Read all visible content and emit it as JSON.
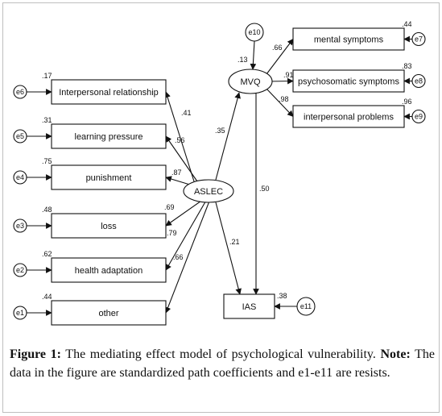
{
  "diagram": {
    "center": {
      "label": "ASLEC"
    },
    "mediator": {
      "label": "MVQ",
      "error": "e10",
      "r2": ".13",
      "path_from_center": ".35"
    },
    "outcome": {
      "label": "IAS",
      "error": "e11",
      "r2": ".38",
      "path_from_center": ".21",
      "path_from_mediator": ".50"
    },
    "left_indicators": [
      {
        "label": "Interpersonal relationship",
        "error": "e6",
        "r2": ".17",
        "loading": ".41"
      },
      {
        "label": "learning pressure",
        "error": "e5",
        "r2": ".31",
        "loading": ".56"
      },
      {
        "label": "punishment",
        "error": "e4",
        "r2": ".75",
        "loading": ".87"
      },
      {
        "label": "loss",
        "error": "e3",
        "r2": ".48",
        "loading": ".69"
      },
      {
        "label": "health adaptation",
        "error": "e2",
        "r2": ".62",
        "loading": ".79"
      },
      {
        "label": "other",
        "error": "e1",
        "r2": ".44",
        "loading": ".66"
      }
    ],
    "right_indicators": [
      {
        "label": "mental symptoms",
        "error": "e7",
        "r2": ".44",
        "loading": ".66"
      },
      {
        "label": "psychosomatic symptoms",
        "error": "e8",
        "r2": ".83",
        "loading": ".91"
      },
      {
        "label": "interpersonal problems",
        "error": "e9",
        "r2": ".96",
        "loading": ".98"
      }
    ]
  },
  "caption": {
    "figure_label": "Figure 1:",
    "figure_text": " The mediating effect model of psychological vulnerability. ",
    "note_label": "Note:",
    "note_text": " The data in the figure are standardized path coefficients and e1-e11 are resists."
  }
}
